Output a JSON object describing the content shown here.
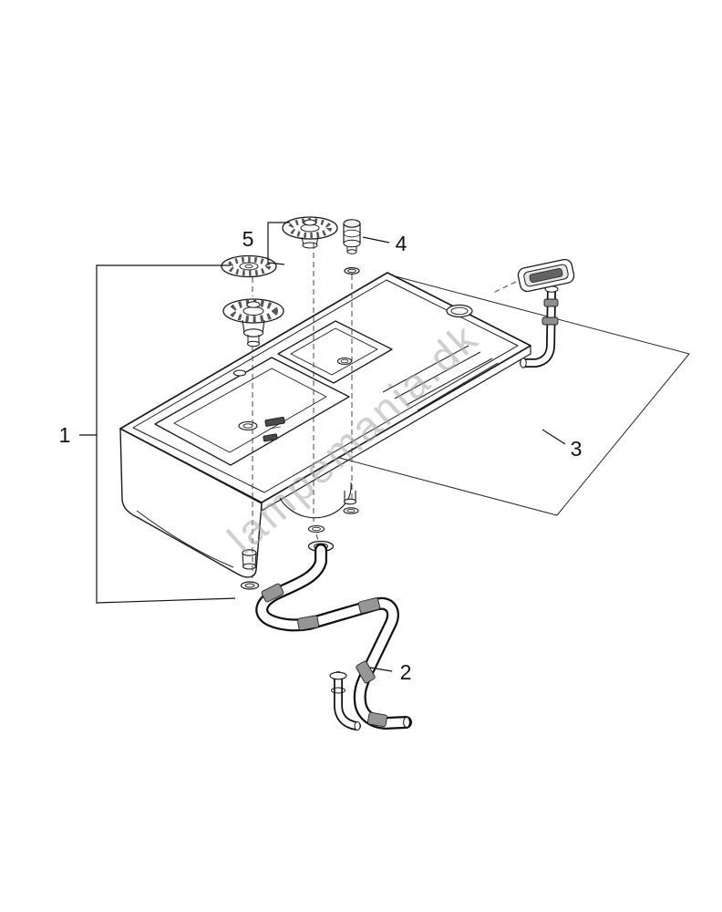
{
  "diagram": {
    "watermark": "lampemania.dk",
    "labels": {
      "part1": "1",
      "part2": "2",
      "part3": "3",
      "part4": "4",
      "part5": "5"
    },
    "colors": {
      "line": "#1a1a1a",
      "dashed_line": "#444444",
      "metal_fill": "#969696",
      "dark_fill": "#4a4a4a",
      "watermark": "#a8a8a8"
    }
  }
}
